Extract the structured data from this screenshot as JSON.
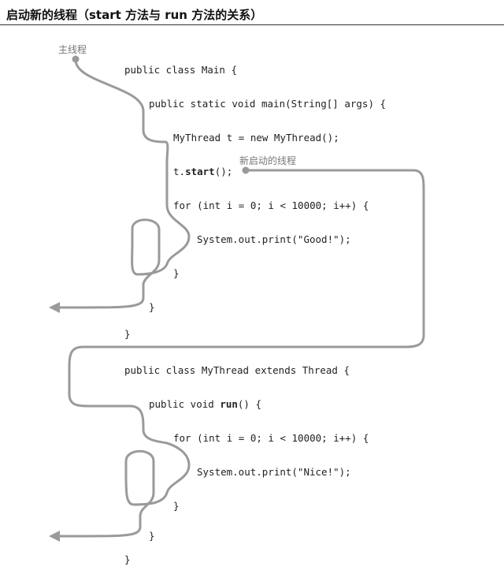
{
  "heading": "启动新的线程（start 方法与 run 方法的关系）",
  "labels": {
    "main_thread": "主线程",
    "new_thread": "新启动的线程"
  },
  "main_class": {
    "line1": "public class Main {",
    "line2": "public static void main(String[] args) {",
    "line3": "MyThread t = new MyThread();",
    "line4_pre": "t.",
    "line4_bold": "start",
    "line4_post": "();",
    "line5": "for (int i = 0; i < 10000; i++) {",
    "line6": "System.out.print(\"Good!\");",
    "line7": "}",
    "line8": "}",
    "line9": "}"
  },
  "thread_class": {
    "line1": "public class MyThread extends Thread {",
    "line2_pre": "public void ",
    "line2_bold": "run",
    "line2_post": "() {",
    "line3": "for (int i = 0; i < 10000; i++) {",
    "line4": "System.out.print(\"Nice!\");",
    "line5": "}",
    "line6": "}",
    "line7": "}"
  },
  "colors": {
    "flow_line": "#9a9a9a",
    "text": "#222222",
    "label": "#777777"
  }
}
